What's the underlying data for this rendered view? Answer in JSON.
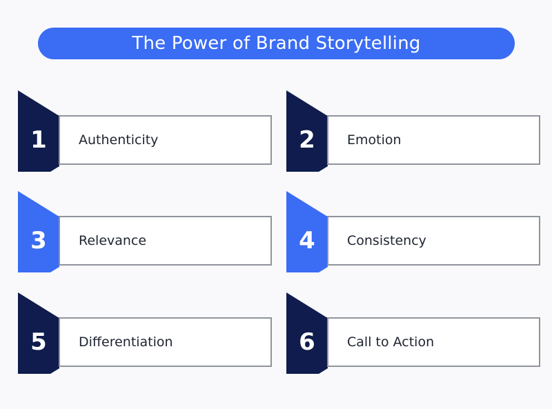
{
  "title": "The Power of Brand Storytelling",
  "colors": {
    "title_bg": "#3a6cf4",
    "dark": "#0f1c4d",
    "blue": "#3a6cf4",
    "border": "#8f939a"
  },
  "items": [
    {
      "number": "1",
      "label": "Authenticity",
      "color": "dark"
    },
    {
      "number": "2",
      "label": "Emotion",
      "color": "dark"
    },
    {
      "number": "3",
      "label": "Relevance",
      "color": "blue"
    },
    {
      "number": "4",
      "label": "Consistency",
      "color": "blue"
    },
    {
      "number": "5",
      "label": "Differentiation",
      "color": "dark"
    },
    {
      "number": "6",
      "label": "Call to Action",
      "color": "dark"
    }
  ]
}
